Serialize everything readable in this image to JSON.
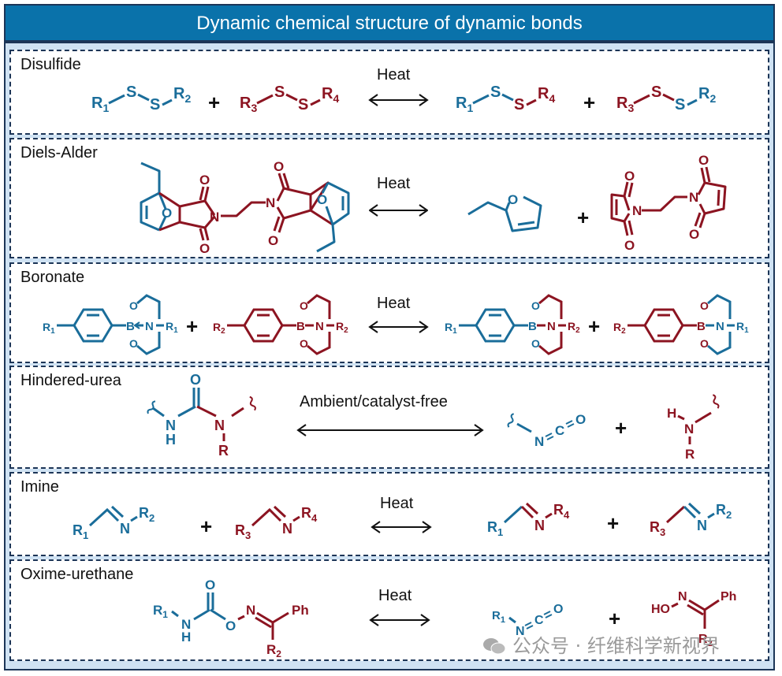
{
  "title": "Dynamic chemical structure of dynamic bonds",
  "colors": {
    "header_bg": "#0a72aa",
    "frame_border": "#1c3557",
    "body_bg": "#cfe2f3",
    "fragment_a": "#1a6d9a",
    "fragment_b": "#8c1421"
  },
  "panels": [
    {
      "name": "Disulfide",
      "condition": "Heat",
      "reactants": [
        "R1-S-S-R2",
        "R3-S-S-R4"
      ],
      "products": [
        "R1-S-S-R4",
        "R3-S-S-R2"
      ],
      "atoms": {
        "S": "S",
        "R1": "R",
        "R2": "R",
        "R3": "R",
        "R4": "R",
        "s1": "1",
        "s2": "2",
        "s3": "3",
        "s4": "4"
      }
    },
    {
      "name": "Diels-Alder",
      "condition": "Heat",
      "reactants": [
        "bis(furan-maleimide) adduct"
      ],
      "products": [
        "2-ethyl-2,5-dihydrofuran",
        "N,N'-ethylene bismaleimide"
      ],
      "atoms": {
        "O": "O",
        "N": "N"
      }
    },
    {
      "name": "Boronate",
      "condition": "Heat",
      "reactants": [
        "R1-Ph-B(OCH2CH2)2N-R1",
        "R2-Ph-B(OCH2CH2)2N-R2"
      ],
      "products": [
        "R1-Ph-B(OCH2CH2)2N-R2",
        "R2-Ph-B(OCH2CH2)2N-R1"
      ],
      "atoms": {
        "B": "B",
        "N": "N",
        "O": "O"
      }
    },
    {
      "name": "Hindered-urea",
      "condition": "Ambient/catalyst-free",
      "reactants": [
        "~NH-C(=O)-N(R)~"
      ],
      "products": [
        "~N=C=O",
        "H-N(R)~"
      ],
      "atoms": {
        "O": "O",
        "N": "N",
        "H": "H",
        "C": "C",
        "R": "R"
      }
    },
    {
      "name": "Imine",
      "condition": "Heat",
      "reactants": [
        "R1-CH=N-R2",
        "R3-CH=N-R4"
      ],
      "products": [
        "R1-CH=N-R4",
        "R3-CH=N-R2"
      ],
      "atoms": {
        "N": "N"
      }
    },
    {
      "name": "Oxime-urethane",
      "condition": "Heat",
      "reactants": [
        "R1-NH-C(=O)-O-N=C(Ph)R2"
      ],
      "products": [
        "R1-N=C=O",
        "HO-N=C(Ph)R2"
      ],
      "atoms": {
        "O": "O",
        "N": "N",
        "H": "H",
        "C": "C",
        "HO": "HO",
        "Ph": "Ph"
      }
    }
  ],
  "plus": "+",
  "watermark": "公众号 · 纤维科学新视界"
}
